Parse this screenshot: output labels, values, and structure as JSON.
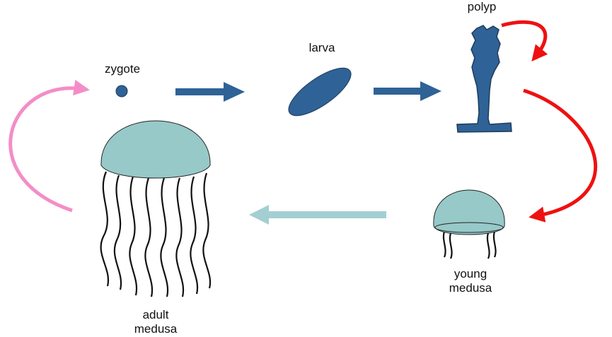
{
  "labels": {
    "zygote": "zygote",
    "larva": "larva",
    "polyp": "polyp",
    "young_medusa": [
      "young",
      "medusa"
    ],
    "adult_medusa": [
      "adult",
      "medusa"
    ]
  },
  "colors": {
    "dark_blue": "#2f6296",
    "outline_dark": "#1d3c5c",
    "medusa_fill": "#97c9c9",
    "medusa_stroke": "#222222",
    "tentacle": "#111111",
    "red_arrow": "#ee1111",
    "pink_arrow": "#f48dc7",
    "teal_arrow": "#a3cfd2"
  }
}
